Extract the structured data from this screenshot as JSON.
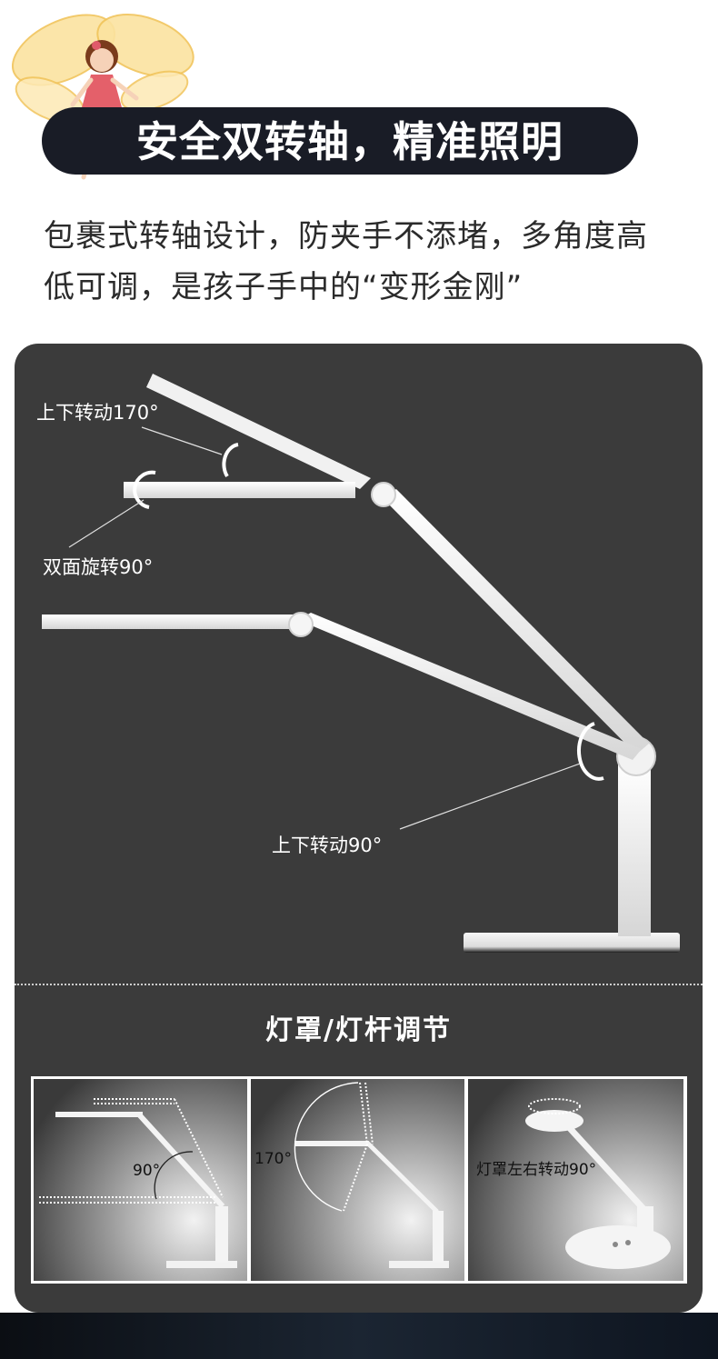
{
  "header": {
    "title": "安全双转轴，精准照明",
    "intro_line1": "包裹式转轴设计，防夹手不添堵，多角度高",
    "intro_line2": "低可调，是孩子手中的“变形金刚”"
  },
  "main_diagram": {
    "label_top_rotation": "上下转动170°",
    "label_dual_rotation": "双面旋转90°",
    "label_bottom_rotation": "上下转动90°"
  },
  "adjust_section": {
    "title": "灯罩/灯杆调节",
    "tiles": [
      {
        "label": "90°"
      },
      {
        "label": "170°"
      },
      {
        "label": "灯罩左右转动90°"
      }
    ]
  },
  "colors": {
    "banner_bg": "#191c26",
    "panel_bg": "#3b3b3b",
    "lamp_white": "#f4f4f4"
  },
  "icons": {
    "mascot": "fairy-illustration"
  }
}
